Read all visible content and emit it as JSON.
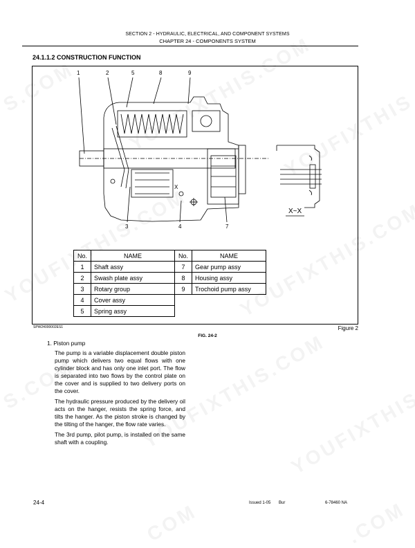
{
  "header": {
    "line1": "SECTION 2 - HYDRAULIC, ELECTRICAL, AND COMPONENT SYSTEMS",
    "line2": "CHAPTER 24 - COMPONENTS SYSTEM"
  },
  "section_title": "24.1.1.2  CONSTRUCTION FUNCTION",
  "figure": {
    "callouts_top": [
      "1",
      "2",
      "5",
      "8",
      "9"
    ],
    "callouts_bottom": [
      "3",
      "4",
      "7"
    ],
    "view_label": "X~X",
    "x_marker": "X",
    "code": "SPW24000002ES1",
    "label": "Figure 2",
    "caption": "FIG. 24-2"
  },
  "parts_table": {
    "headers": [
      "No.",
      "NAME",
      "No.",
      "NAME"
    ],
    "rows": [
      {
        "no1": "1",
        "name1": "Shaft assy",
        "no2": "7",
        "name2": "Gear pump assy"
      },
      {
        "no1": "2",
        "name1": "Swash plate assy",
        "no2": "8",
        "name2": "Housing assy"
      },
      {
        "no1": "3",
        "name1": "Rotary group",
        "no2": "9",
        "name2": "Trochoid pump assy"
      },
      {
        "no1": "4",
        "name1": "Cover assy"
      },
      {
        "no1": "5",
        "name1": "Spring assy"
      }
    ]
  },
  "body": {
    "item_heading": "1. Piston pump",
    "paragraphs": [
      "The pump is a variable displacement double piston pump which delivers two equal flows with one cylinder block and has only one inlet port. The flow is separated into two flows by the control plate on the cover and is supplied to two delivery ports on the cover.",
      "The hydraulic pressure produced by the delivery oil acts on the hanger, resists the spring force, and tilts the hanger. As the piston stroke is changed by the tilting of the hanger, the flow rate varies.",
      "The 3rd pump, pilot pump, is installed on the same shaft with a coupling."
    ]
  },
  "footer": {
    "page": "24-4",
    "issued": "Issued 1-05",
    "lang": "Bur",
    "doc": "6-78460 NA"
  },
  "watermark": "YOUFIXTHIS.COM"
}
